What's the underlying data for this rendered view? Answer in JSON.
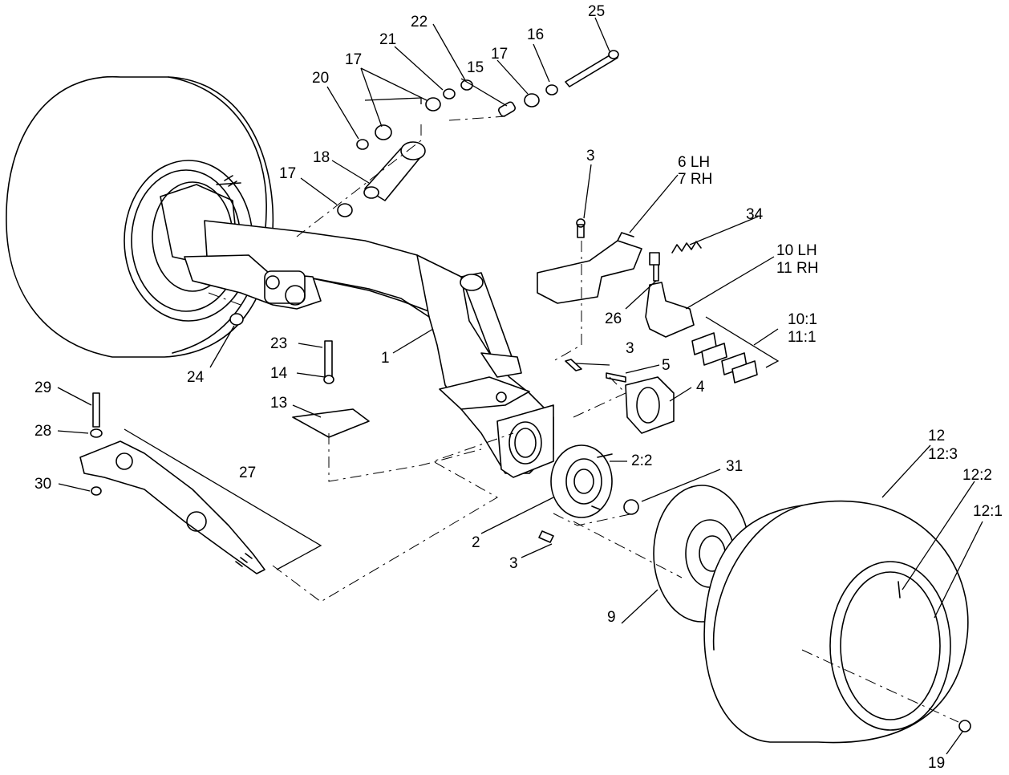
{
  "diagram": {
    "labels": {
      "l1": "1",
      "l2": "2",
      "l2_2": "2:2",
      "l3a": "3",
      "l3b": "3",
      "l3c": "3",
      "l4": "4",
      "l5": "5",
      "l6": "6 LH",
      "l7": "7 RH",
      "l9": "9",
      "l10": "10 LH",
      "l11": "11 RH",
      "l10_1": "10:1",
      "l11_1": "11:1",
      "l12": "12",
      "l12_3": "12:3",
      "l12_2": "12:2",
      "l12_1": "12:1",
      "l13": "13",
      "l14": "14",
      "l15": "15",
      "l16": "16",
      "l17a": "17",
      "l17b": "17",
      "l17c": "17",
      "l18": "18",
      "l19": "19",
      "l20": "20",
      "l21": "21",
      "l22": "22",
      "l23": "23",
      "l24": "24",
      "l25": "25",
      "l26": "26",
      "l27": "27",
      "l28": "28",
      "l29": "29",
      "l30": "30",
      "l31": "31",
      "l34": "34"
    }
  }
}
